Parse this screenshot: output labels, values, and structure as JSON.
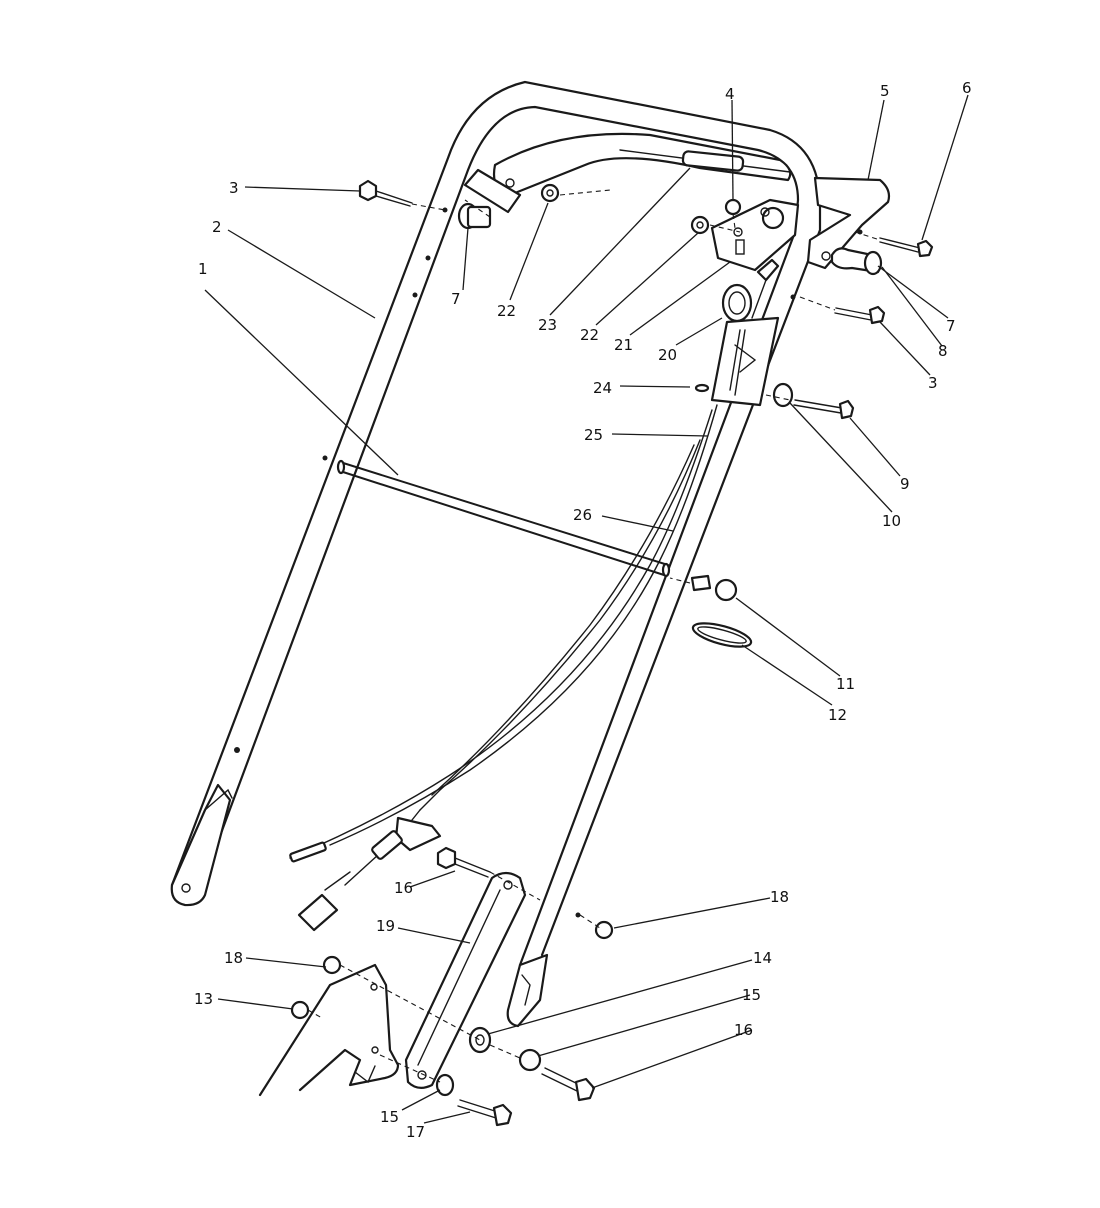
{
  "callouts": [
    {
      "id": "c1",
      "label": "1"
    },
    {
      "id": "c2",
      "label": "2"
    },
    {
      "id": "c3a",
      "label": "3"
    },
    {
      "id": "c3b",
      "label": "3"
    },
    {
      "id": "c4",
      "label": "4"
    },
    {
      "id": "c5",
      "label": "5"
    },
    {
      "id": "c6",
      "label": "6"
    },
    {
      "id": "c7a",
      "label": "7"
    },
    {
      "id": "c7b",
      "label": "7"
    },
    {
      "id": "c8",
      "label": "8"
    },
    {
      "id": "c9",
      "label": "9"
    },
    {
      "id": "c10",
      "label": "10"
    },
    {
      "id": "c11",
      "label": "11"
    },
    {
      "id": "c12",
      "label": "12"
    },
    {
      "id": "c13",
      "label": "13"
    },
    {
      "id": "c14",
      "label": "14"
    },
    {
      "id": "c15a",
      "label": "15"
    },
    {
      "id": "c15b",
      "label": "15"
    },
    {
      "id": "c16a",
      "label": "16"
    },
    {
      "id": "c16b",
      "label": "16"
    },
    {
      "id": "c17",
      "label": "17"
    },
    {
      "id": "c18a",
      "label": "18"
    },
    {
      "id": "c18b",
      "label": "18"
    },
    {
      "id": "c19",
      "label": "19"
    },
    {
      "id": "c20",
      "label": "20"
    },
    {
      "id": "c21",
      "label": "21"
    },
    {
      "id": "c22a",
      "label": "22"
    },
    {
      "id": "c22b",
      "label": "22"
    },
    {
      "id": "c23",
      "label": "23"
    },
    {
      "id": "c24",
      "label": "24"
    },
    {
      "id": "c25",
      "label": "25"
    },
    {
      "id": "c26",
      "label": "26"
    }
  ]
}
